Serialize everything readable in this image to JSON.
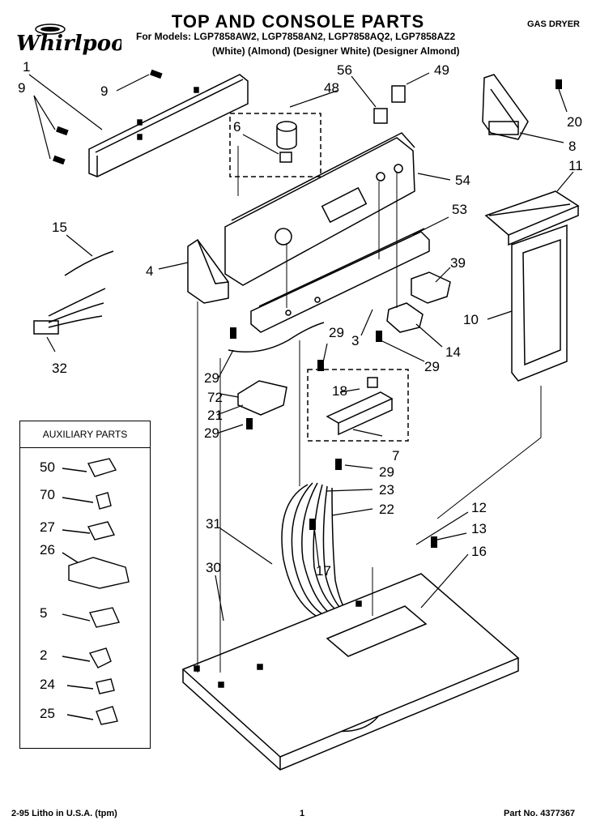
{
  "header": {
    "title": "TOP AND CONSOLE PARTS",
    "models": "For Models: LGP7858AW2, LGP7858AN2, LGP7858AQ2, LGP7858AZ2",
    "variants": "(White)      (Almond) (Designer White) (Designer Almond)",
    "product_type": "GAS DRYER",
    "brand": "Whirlpool"
  },
  "auxiliary": {
    "heading": "AUXILIARY PARTS",
    "items": [
      "50",
      "70",
      "27",
      "26",
      "5",
      "2",
      "24",
      "25"
    ]
  },
  "callouts": [
    "1",
    "9",
    "9",
    "56",
    "49",
    "20",
    "8",
    "48",
    "6",
    "54",
    "11",
    "53",
    "15",
    "4",
    "39",
    "10",
    "32",
    "14",
    "29",
    "29",
    "3",
    "29",
    "72",
    "18",
    "21",
    "29",
    "7",
    "29",
    "23",
    "22",
    "31",
    "12",
    "13",
    "16",
    "17",
    "30"
  ],
  "footer": {
    "left": "2-95 Litho in U.S.A. (tpm)",
    "page": "1",
    "part_no": "Part No. 4377367"
  },
  "colors": {
    "ink": "#000000",
    "paper": "#ffffff"
  }
}
